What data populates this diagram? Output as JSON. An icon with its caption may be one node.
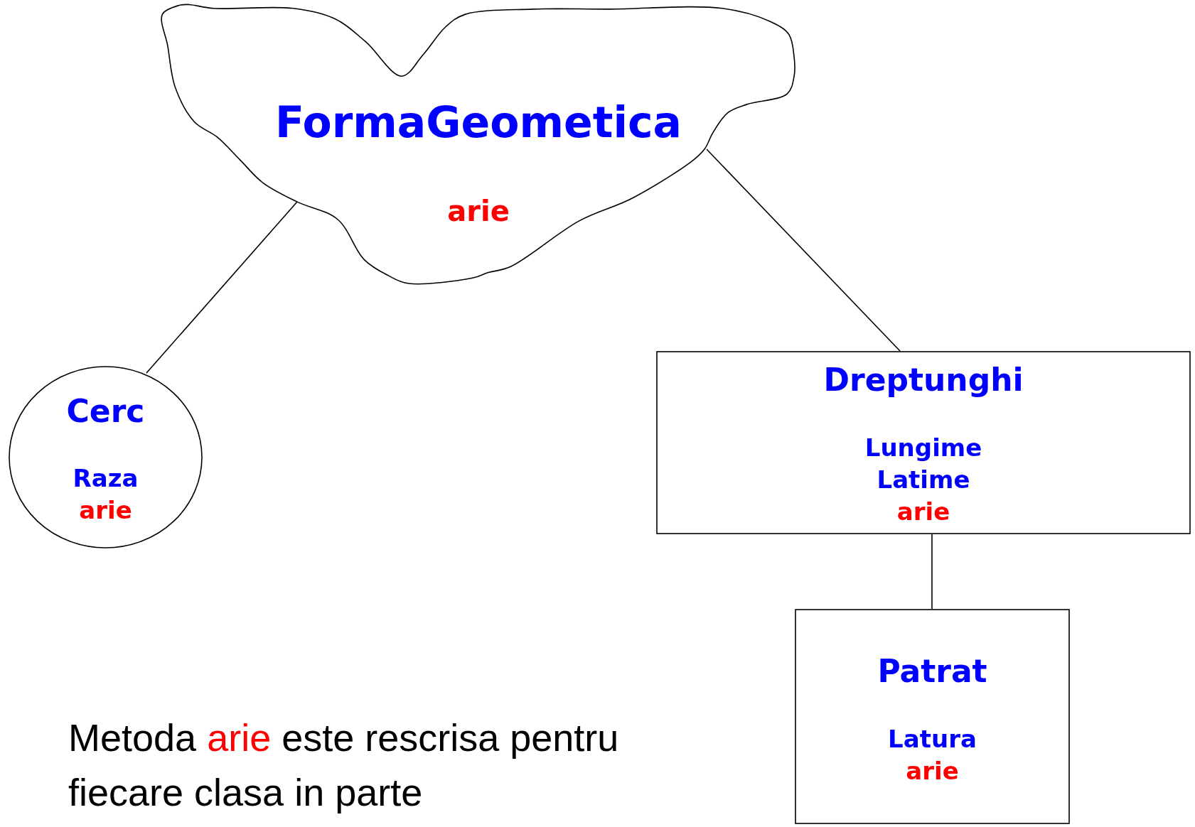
{
  "diagram": {
    "nodes": [
      {
        "text": [
          "FormaGeometica",
          "arie"
        ]
      },
      {
        "text": [
          "Cerc",
          "Raza",
          "arie"
        ]
      },
      {
        "text": [
          "Dreptunghi",
          "Lungime",
          "Latime",
          "arie"
        ]
      },
      {
        "text": [
          "Patrat",
          "Latura",
          "arie"
        ]
      }
    ],
    "edges": [
      {
        "from": 0,
        "to": 1,
        "arrow": "none"
      },
      {
        "from": 0,
        "to": 2,
        "arrow": "none"
      },
      {
        "from": 2,
        "to": 3,
        "arrow": "none"
      }
    ],
    "labels": [
      "Metoda **arie** este rescrisa pentru fiecare clasa in parte"
    ]
  }
}
